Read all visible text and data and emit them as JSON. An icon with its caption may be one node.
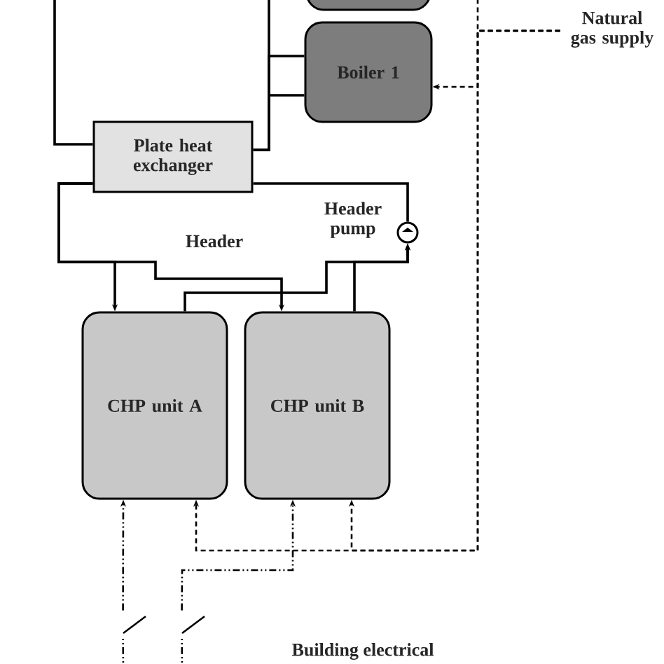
{
  "diagram": {
    "nodes": [
      {
        "text": [],
        "shape": "box"
      },
      {
        "text": [
          "Boiler 1"
        ]
      },
      {
        "text": [
          "Natural gas supply"
        ]
      },
      {
        "text": [
          "Plate heat exchanger"
        ]
      },
      {
        "text": [],
        "shape": "circle",
        "beside": [
          "Header pump"
        ]
      },
      {
        "text": [
          "CHP unit A"
        ]
      },
      {
        "text": [
          "CHP unit B"
        ]
      },
      {
        "text": [],
        "shape": "switch"
      },
      {
        "text": [],
        "shape": "switch"
      }
    ],
    "edges": [
      {
        "from": 2,
        "to": 1,
        "arrow": "to",
        "style": "dashed"
      },
      {
        "from": 2,
        "to": 0,
        "arrow": "none",
        "style": "dashed"
      },
      {
        "from": 2,
        "to": 5,
        "arrow": "to",
        "style": "dashed"
      },
      {
        "from": 2,
        "to": 6,
        "arrow": "to",
        "style": "dashed"
      },
      {
        "from": 7,
        "to": 5,
        "arrow": "to",
        "style": "dashed"
      },
      {
        "from": 8,
        "to": 6,
        "arrow": "to",
        "style": "dashed"
      },
      {
        "from": 3,
        "to": null,
        "arrow": "none"
      },
      {
        "from": 3,
        "to": 1,
        "arrow": "none"
      },
      {
        "from": 3,
        "to": 0,
        "arrow": "none"
      },
      {
        "from": 4,
        "to": 3,
        "arrow": "none"
      },
      {
        "from": 3,
        "to": 5,
        "arrow": "to"
      },
      {
        "from": 3,
        "to": 6,
        "arrow": "to"
      },
      {
        "from": 5,
        "to": 4,
        "arrow": "to"
      },
      {
        "from": 6,
        "to": 4,
        "arrow": "to"
      },
      {
        "from": null,
        "to": 7,
        "arrow": "none",
        "style": "dashed"
      },
      {
        "from": null,
        "to": 8,
        "arrow": "none",
        "style": "dashed"
      }
    ],
    "labels": [
      "Header",
      "Building electrical"
    ]
  }
}
